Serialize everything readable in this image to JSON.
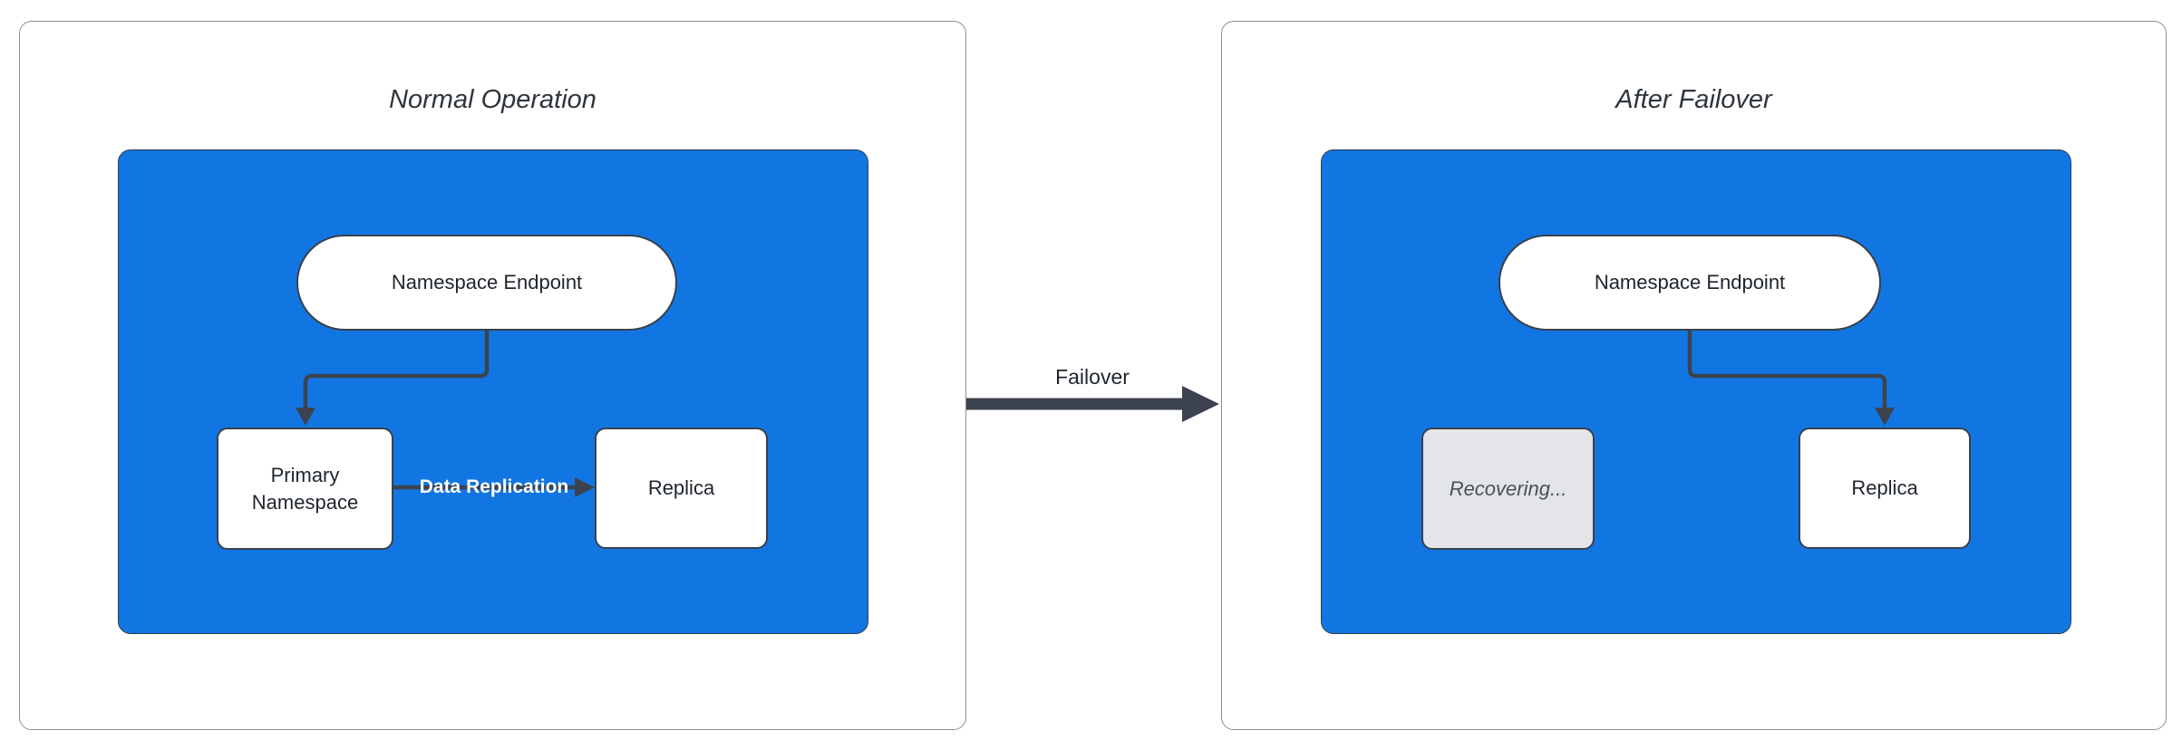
{
  "diagram": {
    "kind": "namespace-failover-diagram",
    "panels": [
      {
        "title": "Normal Operation",
        "nodes": {
          "endpoint": "Namespace Endpoint",
          "primary": "Primary Namespace",
          "replica": "Replica"
        },
        "edges": {
          "replication": "Data Replication"
        }
      },
      {
        "title": "After Failover",
        "nodes": {
          "endpoint": "Namespace Endpoint",
          "recovering": "Recovering...",
          "replica": "Replica"
        }
      }
    ],
    "failover": {
      "label": "Failover"
    },
    "colors": {
      "cluster_fill": "#1276E2",
      "arrow_stroke": "#3C434E",
      "node_border": "#39404B",
      "node_fill": "#FFFFFF",
      "recovering_fill": "#E3E5E8",
      "recovering_text": "#4B515B",
      "panel_border": "#8E8E8E",
      "title_text": "#2F353D",
      "node_text": "#1F252D",
      "replication_label_text": "#FFFFFF"
    }
  }
}
